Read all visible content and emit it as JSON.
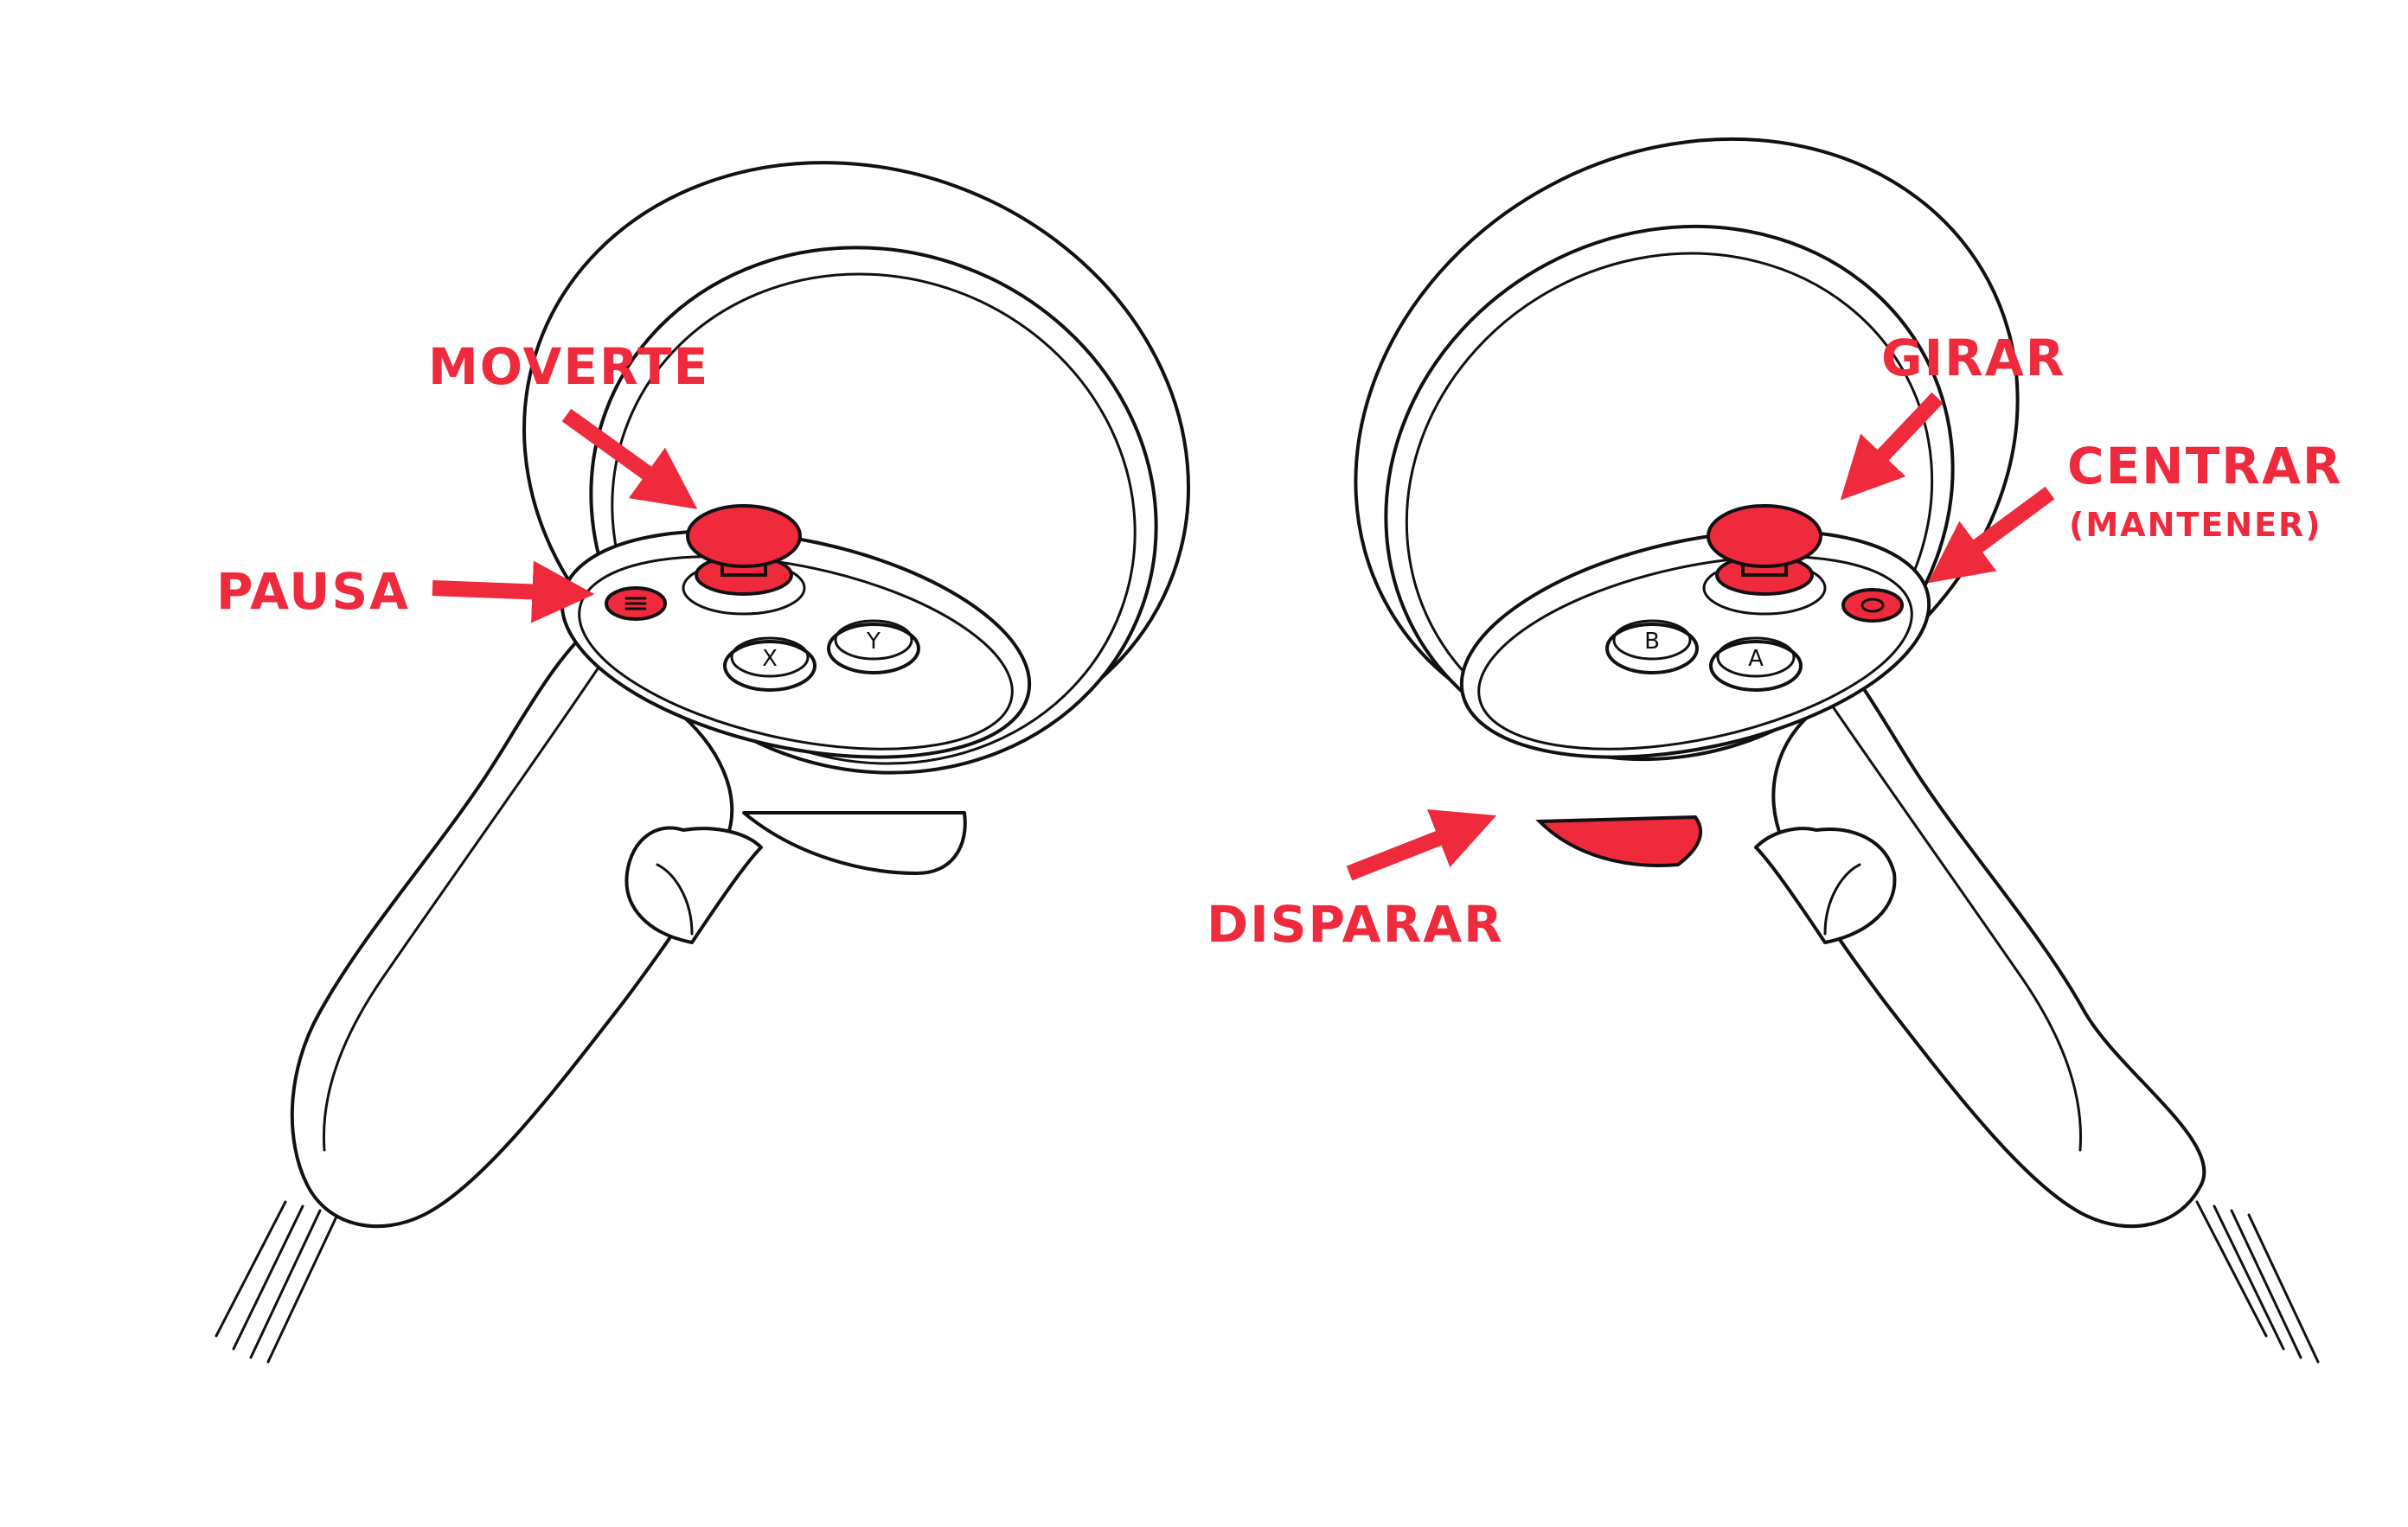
{
  "accent_color": "#ee2a3c",
  "outline_color": "#111111",
  "labels": {
    "move": "MOVERTE",
    "pause": "PAUSA",
    "turn": "GIRAR",
    "center": "CENTRAR",
    "center_hint": "(MANTENER)",
    "shoot": "DISPARAR"
  },
  "left_controller": {
    "buttons": [
      "X",
      "Y"
    ],
    "icons": [
      "thumbstick-icon",
      "menu-button-icon"
    ]
  },
  "right_controller": {
    "buttons": [
      "B",
      "A"
    ],
    "icons": [
      "thumbstick-icon",
      "oculus-button-icon",
      "trigger-icon"
    ]
  }
}
